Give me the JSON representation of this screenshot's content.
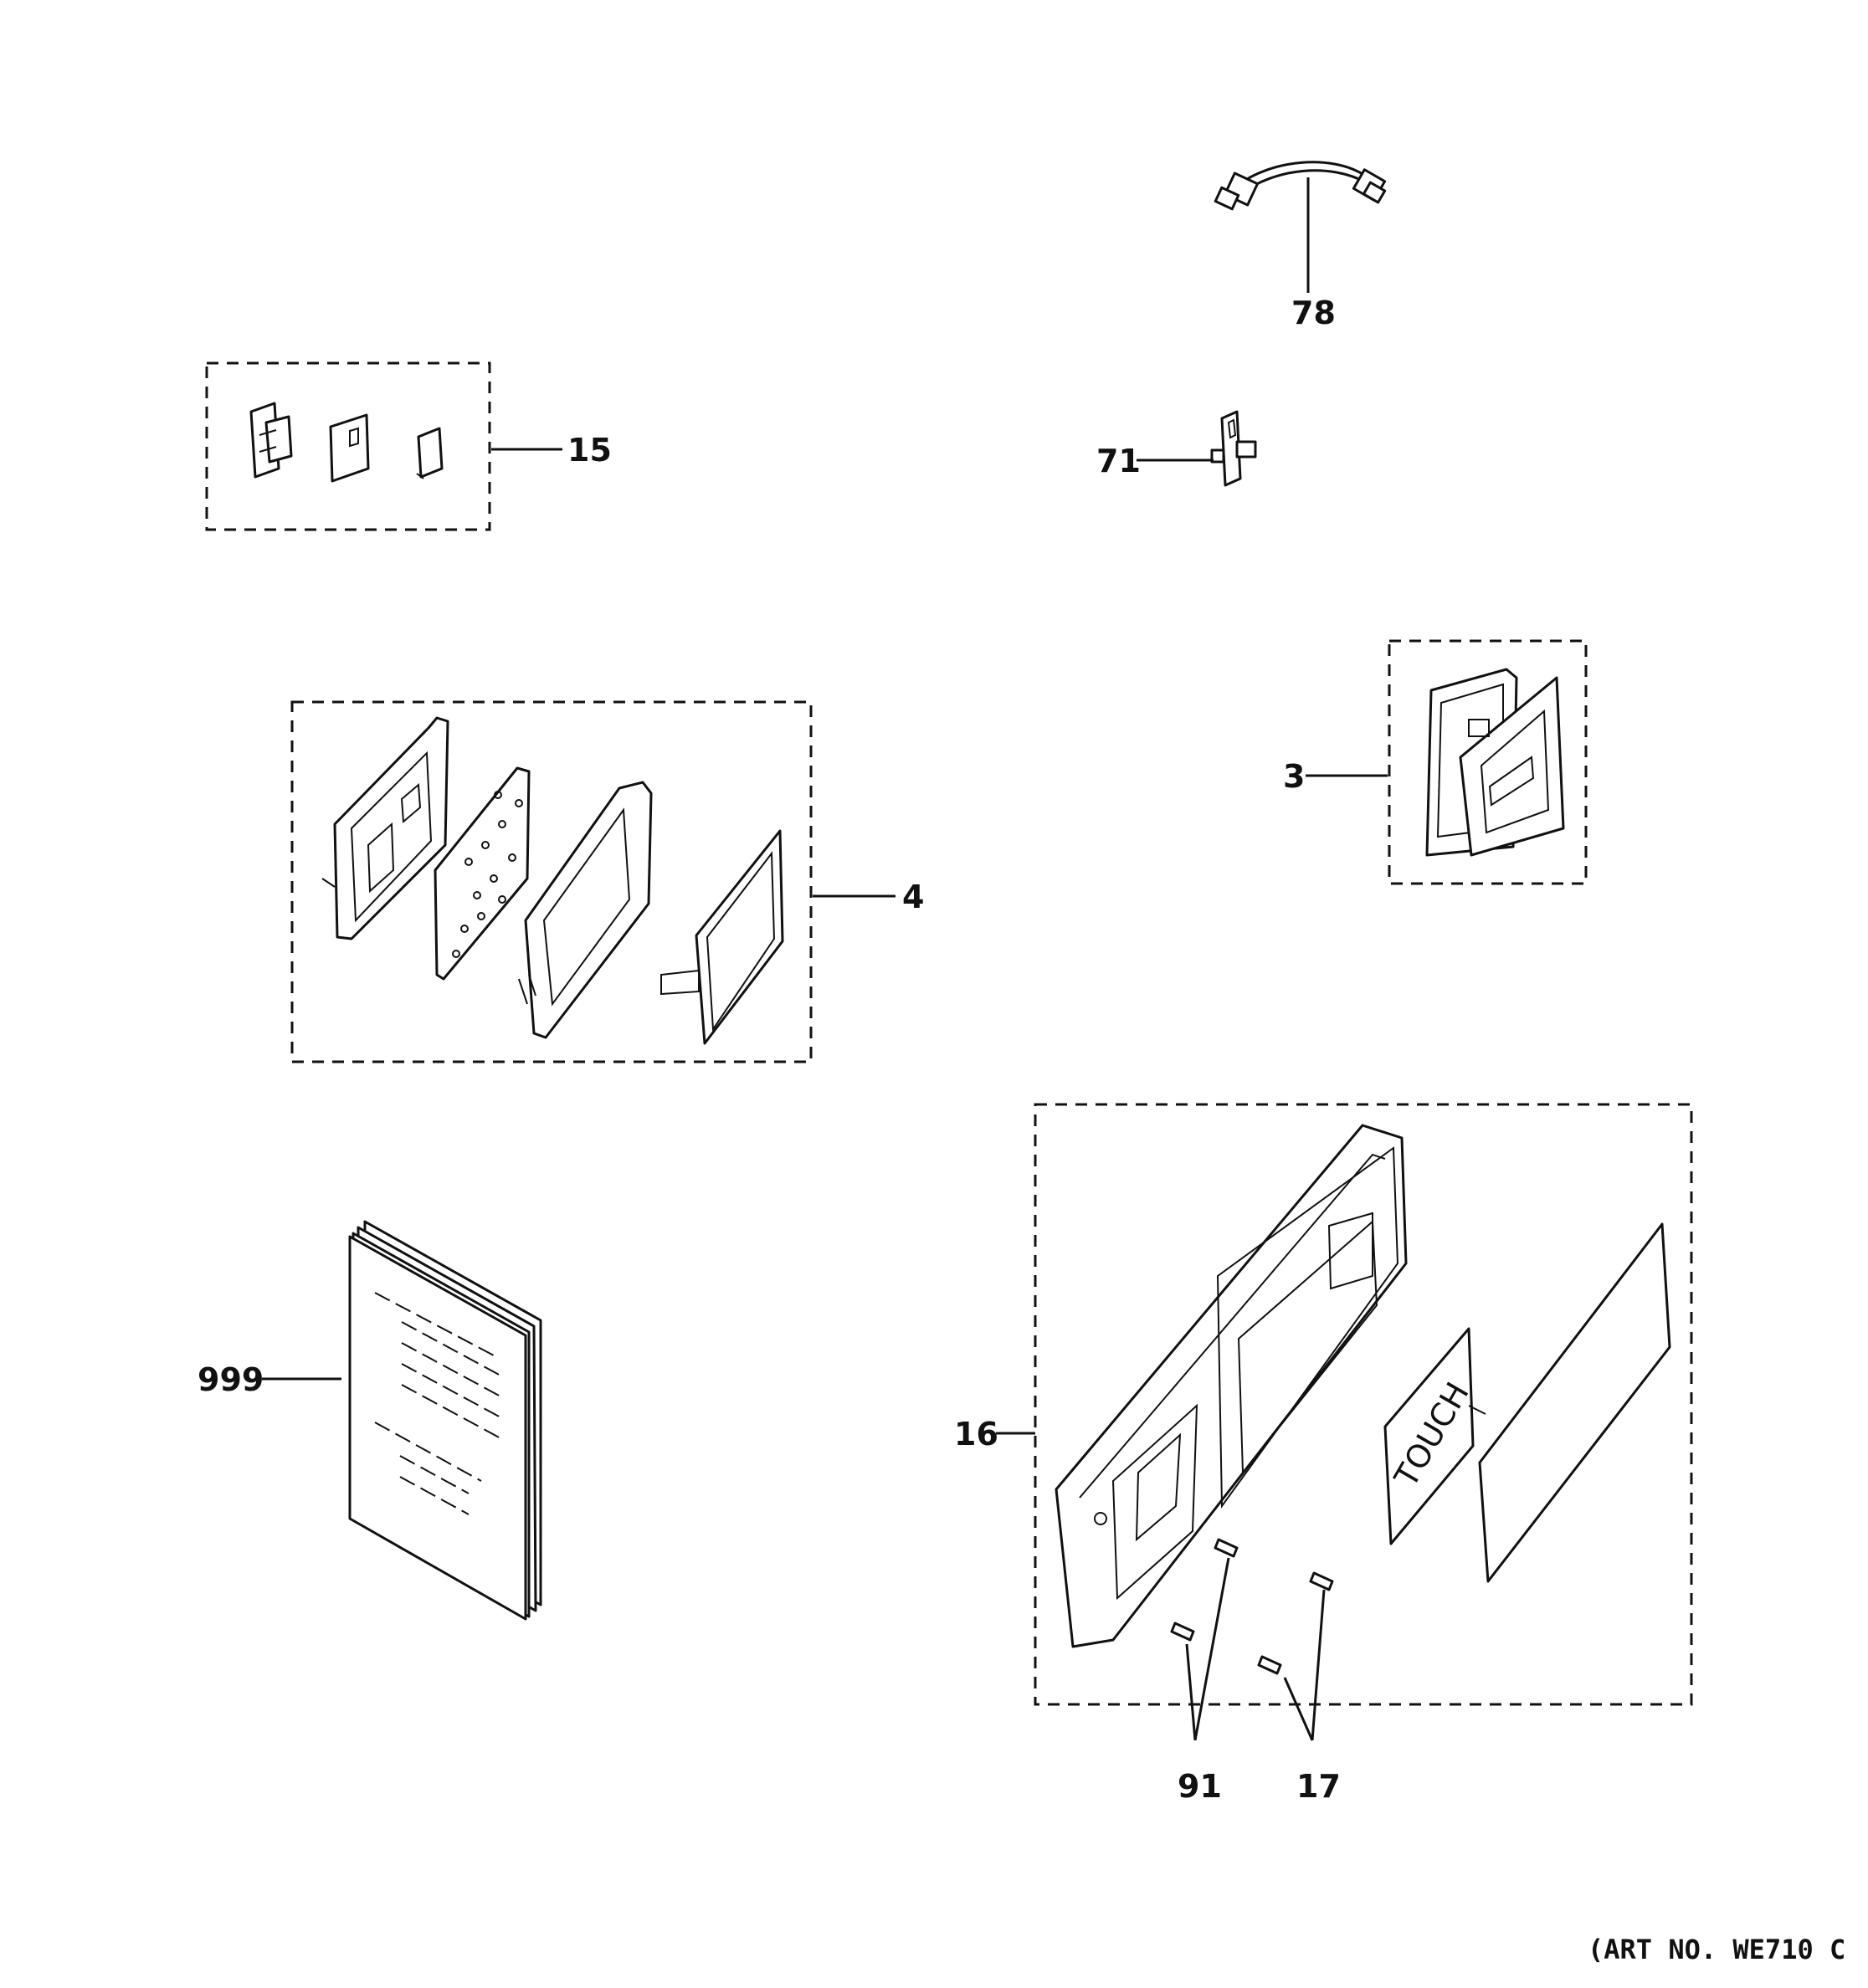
{
  "diagram": {
    "callouts": {
      "harness": "78",
      "kit_small": "15",
      "switch": "71",
      "module_small": "3",
      "control_board": "4",
      "manual": "999",
      "panel": "16",
      "screw_a": "91",
      "screw_b": "17"
    },
    "panel_text": "TOUCH",
    "art_number": "(ART NO. WE710 C"
  }
}
